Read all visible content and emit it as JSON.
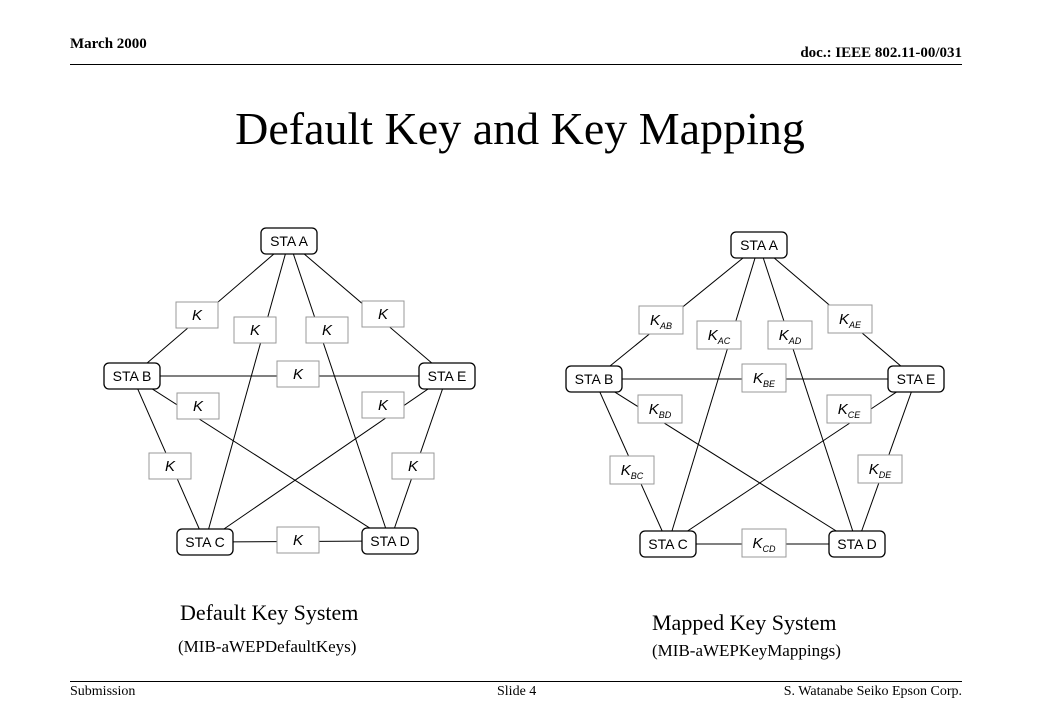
{
  "header": {
    "date": "March 2000",
    "doc_id": "doc.: IEEE 802.11-00/031"
  },
  "title": "Default Key and Key Mapping",
  "left_diagram": {
    "nodes": [
      {
        "id": "A",
        "label": "STA A"
      },
      {
        "id": "B",
        "label": "STA B"
      },
      {
        "id": "C",
        "label": "STA C"
      },
      {
        "id": "D",
        "label": "STA D"
      },
      {
        "id": "E",
        "label": "STA E"
      }
    ],
    "keys": [
      {
        "edge": "AB",
        "main": "K",
        "sub": ""
      },
      {
        "edge": "AC",
        "main": "K",
        "sub": ""
      },
      {
        "edge": "AD",
        "main": "K",
        "sub": ""
      },
      {
        "edge": "AE",
        "main": "K",
        "sub": ""
      },
      {
        "edge": "BE",
        "main": "K",
        "sub": ""
      },
      {
        "edge": "BD",
        "main": "K",
        "sub": ""
      },
      {
        "edge": "CE",
        "main": "K",
        "sub": ""
      },
      {
        "edge": "BC",
        "main": "K",
        "sub": ""
      },
      {
        "edge": "DE",
        "main": "K",
        "sub": ""
      },
      {
        "edge": "CD",
        "main": "K",
        "sub": ""
      }
    ],
    "caption": "Default Key System",
    "subcaption": "(MIB-aWEPDefaultKeys)"
  },
  "right_diagram": {
    "nodes": [
      {
        "id": "A",
        "label": "STA A"
      },
      {
        "id": "B",
        "label": "STA B"
      },
      {
        "id": "C",
        "label": "STA C"
      },
      {
        "id": "D",
        "label": "STA D"
      },
      {
        "id": "E",
        "label": "STA E"
      }
    ],
    "keys": [
      {
        "edge": "AB",
        "main": "K",
        "sub": "AB"
      },
      {
        "edge": "AC",
        "main": "K",
        "sub": "AC"
      },
      {
        "edge": "AD",
        "main": "K",
        "sub": "AD"
      },
      {
        "edge": "AE",
        "main": "K",
        "sub": "AE"
      },
      {
        "edge": "BE",
        "main": "K",
        "sub": "BE"
      },
      {
        "edge": "BD",
        "main": "K",
        "sub": "BD"
      },
      {
        "edge": "CE",
        "main": "K",
        "sub": "CE"
      },
      {
        "edge": "BC",
        "main": "K",
        "sub": "BC"
      },
      {
        "edge": "DE",
        "main": "K",
        "sub": "DE"
      },
      {
        "edge": "CD",
        "main": "K",
        "sub": "CD"
      }
    ],
    "caption": "Mapped Key System",
    "subcaption": "(MIB-aWEPKeyMappings)"
  },
  "footer": {
    "left": "Submission",
    "center": "Slide 4",
    "right": "S. Watanabe  Seiko Epson Corp."
  }
}
